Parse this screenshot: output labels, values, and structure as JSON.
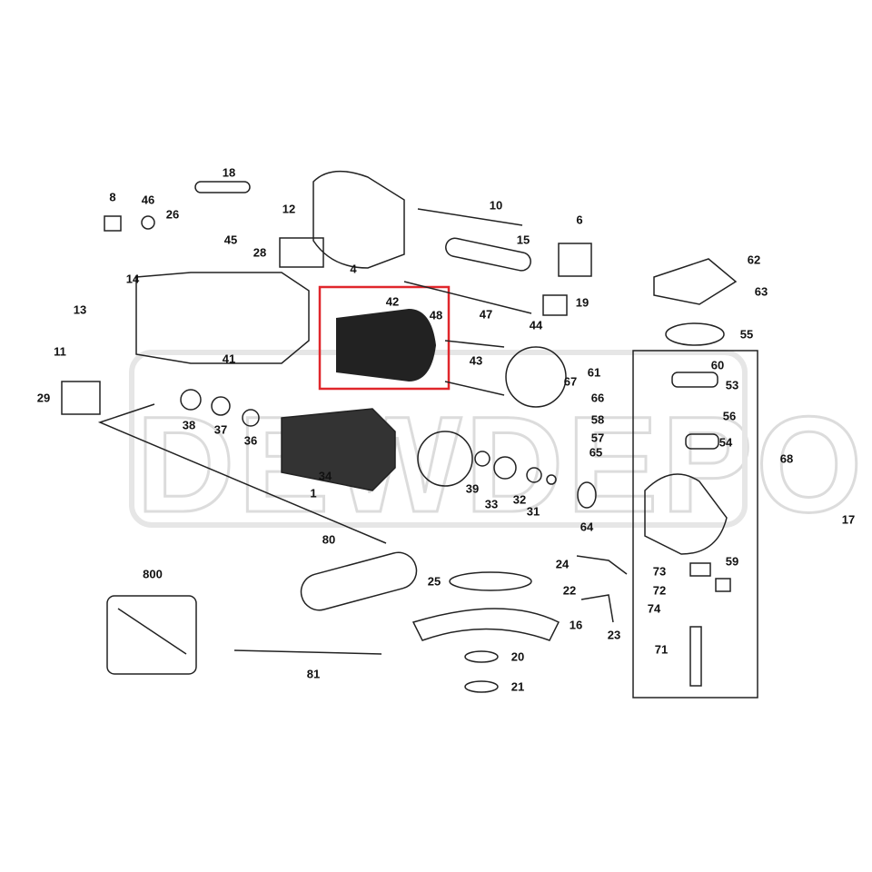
{
  "watermark": "DEWDEPO",
  "callouts": [
    "18",
    "8",
    "46",
    "26",
    "12",
    "10",
    "6",
    "45",
    "28",
    "15",
    "4",
    "62",
    "14",
    "63",
    "42",
    "48",
    "47",
    "19",
    "13",
    "44",
    "55",
    "11",
    "41",
    "43",
    "60",
    "61",
    "67",
    "53",
    "66",
    "29",
    "58",
    "56",
    "57",
    "54",
    "65",
    "68",
    "38",
    "37",
    "36",
    "34",
    "39",
    "1",
    "33",
    "32",
    "31",
    "64",
    "17",
    "80",
    "24",
    "59",
    "73",
    "25",
    "22",
    "72",
    "74",
    "16",
    "23",
    "800",
    "71",
    "20",
    "81",
    "21"
  ],
  "colors": {
    "highlight": "#e0262b",
    "line": "#222222",
    "watermark": "#dcdcdc"
  }
}
